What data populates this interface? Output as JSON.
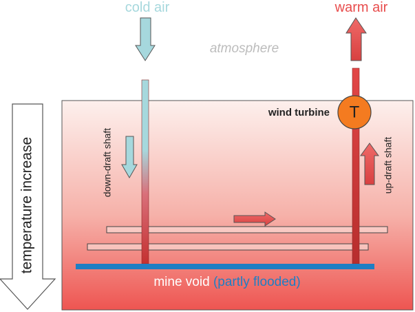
{
  "labels": {
    "cold_air": "cold air",
    "warm_air": "warm air",
    "atmosphere": "atmosphere",
    "wind_turbine": "wind turbine",
    "turbine_symbol": "T",
    "down_draft": "down-draft shaft",
    "up_draft": "up-draft shaft",
    "temperature": "temperature increase",
    "mine_void": "mine void",
    "partly_flooded": "(partly flooded)"
  },
  "colors": {
    "cold": "#a6d8dd",
    "warm": "#e84c4c",
    "shaft_dark": "#b3312f",
    "ground_top": "#fbe6e2",
    "ground_bottom": "#ef5b57",
    "water": "#1f7ec4",
    "turbine": "#f47b20",
    "atmosphere_text": "#bcbcbc"
  }
}
